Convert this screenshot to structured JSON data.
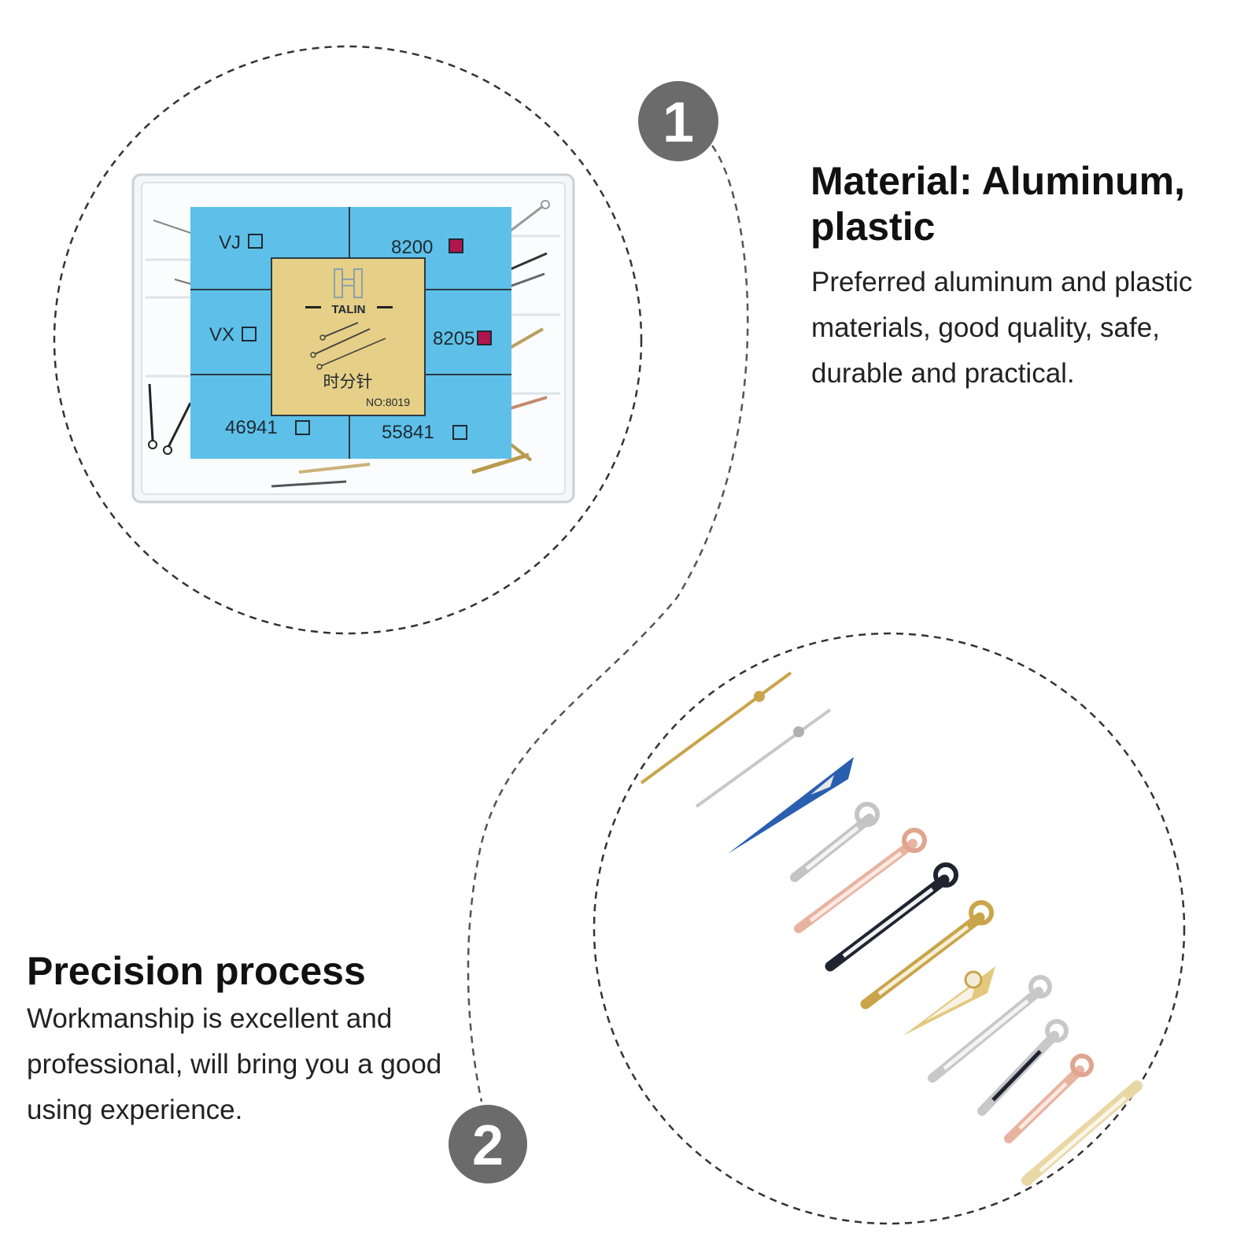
{
  "feature_1": {
    "badge_number": "1",
    "title": "Material: Aluminum, plastic",
    "description": "Preferred aluminum and plastic materials, good quality, safe, durable and practical."
  },
  "feature_2": {
    "badge_number": "2",
    "title": "Precision process",
    "description": "Workmanship is excellent and professional, will bring you a good using experience."
  },
  "package_label": {
    "cells": [
      "VJ",
      "8200",
      "VX",
      "8205",
      "46941",
      "55841"
    ],
    "brand": "TALIN",
    "product_name": "时分针",
    "model_number": "NO:8019"
  },
  "colors": {
    "badge": "#6b6b6b",
    "label_blue": "#5ec0e8",
    "label_gold": "#e6cf86",
    "checked_box": "#b0154d"
  }
}
